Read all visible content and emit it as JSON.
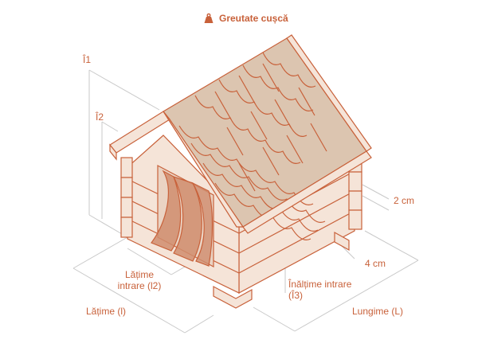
{
  "title": "Greutate cușcă",
  "icons": {
    "weight": "weight-icon"
  },
  "colors": {
    "accent": "#c8613a",
    "wood": "#f5e4d8",
    "roof": "#dcc5b0",
    "flap": "#d08d6f",
    "dimension_line": "#c9c9c9"
  },
  "labels": {
    "h1": "Î1",
    "h2": "Î2",
    "gap_top": "2 cm",
    "gap_bottom": "4 cm",
    "entrance_width": "Lățime intrare (l2)",
    "entrance_height": "Înălțime intrare (Î3)",
    "width": "Lățime (l)",
    "length": "Lungime (L)"
  }
}
